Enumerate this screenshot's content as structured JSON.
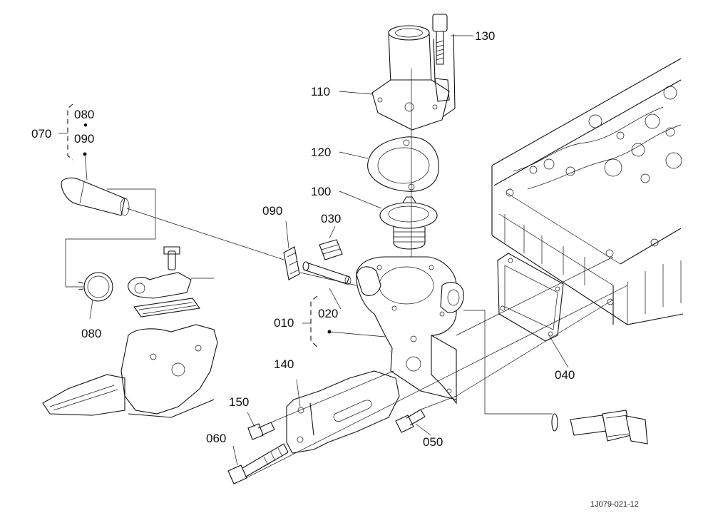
{
  "callouts": [
    {
      "id": "c130",
      "text": "130"
    },
    {
      "id": "c110",
      "text": "110"
    },
    {
      "id": "c080a",
      "text": "080"
    },
    {
      "id": "c070",
      "text": "070"
    },
    {
      "id": "c090a",
      "text": "090"
    },
    {
      "id": "c120",
      "text": "120"
    },
    {
      "id": "c100",
      "text": "100"
    },
    {
      "id": "c090b",
      "text": "090"
    },
    {
      "id": "c030",
      "text": "030"
    },
    {
      "id": "c020",
      "text": "020"
    },
    {
      "id": "c010",
      "text": "010"
    },
    {
      "id": "c080b",
      "text": "080"
    },
    {
      "id": "c140",
      "text": "140"
    },
    {
      "id": "c040",
      "text": "040"
    },
    {
      "id": "c150",
      "text": "150"
    },
    {
      "id": "c050",
      "text": "050"
    },
    {
      "id": "c060",
      "text": "060"
    }
  ],
  "group_separator": "•",
  "figure_code": "1J079-021-12",
  "colors": {
    "ink": "#111111",
    "paper": "#ffffff"
  }
}
